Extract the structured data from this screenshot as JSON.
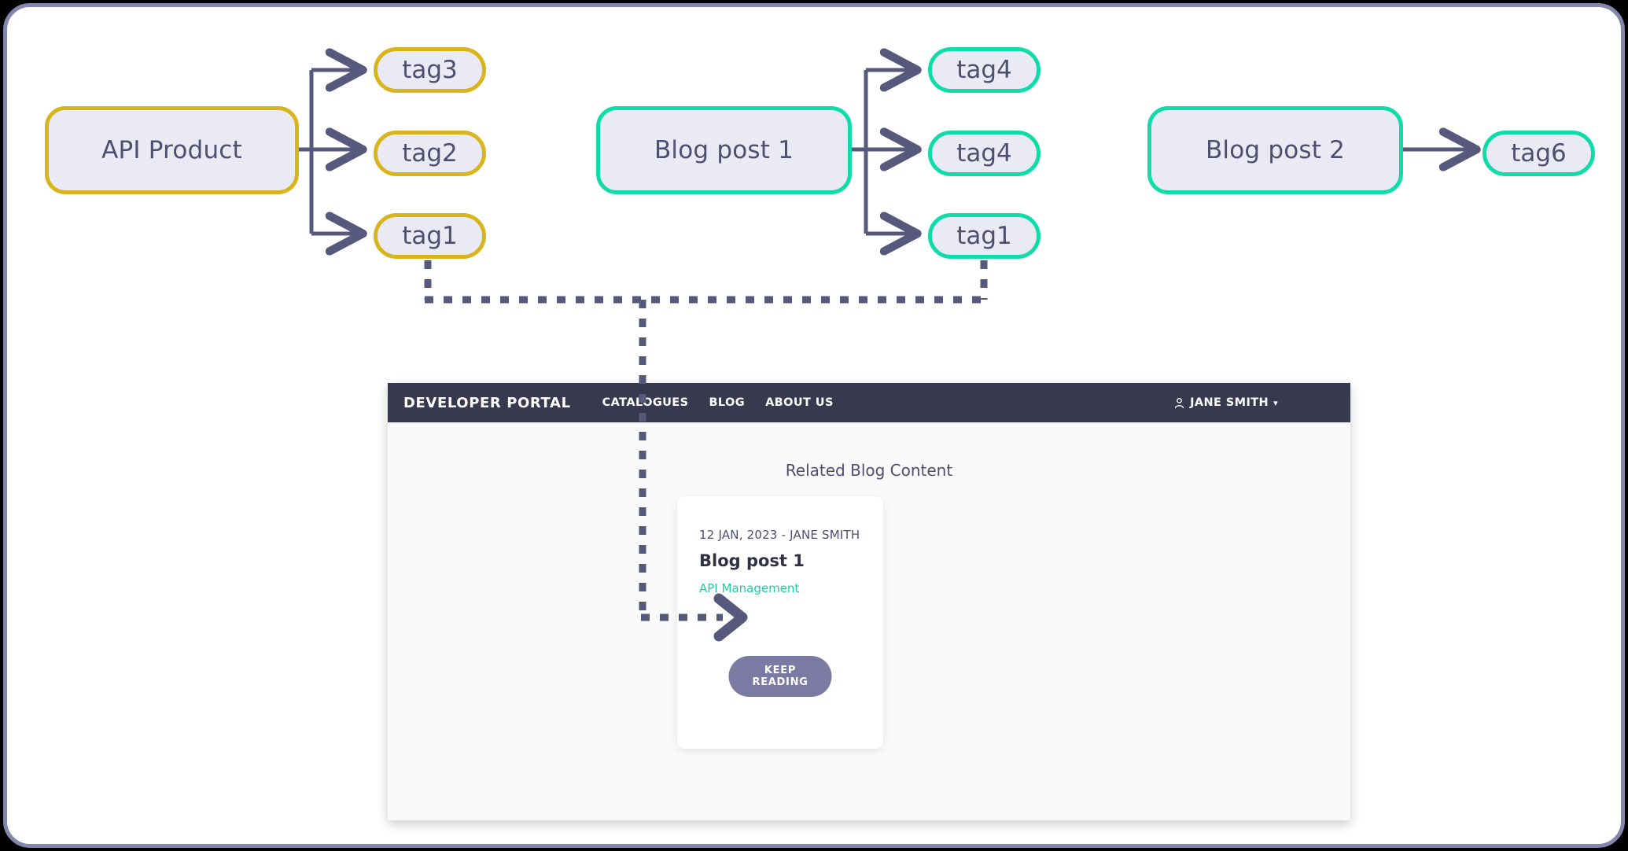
{
  "diagram": {
    "type": "relationship-graph",
    "description": "Tag-based linking between an API Product and blog posts, feeding a Developer Portal related-content card",
    "colors": {
      "frame_border": "#8486ad",
      "gold_ring": "#d8b41d",
      "teal_ring": "#10dcaa",
      "node_fill": "#eaeaf5",
      "node_text": "#4d4f6e",
      "connector": "#56597c",
      "navbar_bg": "#373a4f",
      "link_teal": "#19ce9f",
      "button_purple": "#7a7aa3"
    },
    "groups": [
      {
        "source": "API Product",
        "source_style": "gold",
        "tags": [
          "tag3",
          "tag2",
          "tag1"
        ],
        "tag_style": "gold"
      },
      {
        "source": "Blog post 1",
        "source_style": "teal",
        "tags": [
          "tag4",
          "tag4",
          "tag1"
        ],
        "tag_style": "teal"
      },
      {
        "source": "Blog post 2",
        "source_style": "teal",
        "tags": [
          "tag6"
        ],
        "tag_style": "teal"
      }
    ],
    "nodes": {
      "api_product": "API Product",
      "blog_post_1": "Blog post 1",
      "blog_post_2": "Blog post 2",
      "tag3": "tag3",
      "tag2": "tag2",
      "tag1_gold": "tag1",
      "tag4_a": "tag4",
      "tag4_b": "tag4",
      "tag1_teal": "tag1",
      "tag6": "tag6"
    },
    "matched_tag": "tag1"
  },
  "portal": {
    "brand": "DEVELOPER PORTAL",
    "nav": [
      {
        "label": "CATALOGUES"
      },
      {
        "label": "BLOG"
      },
      {
        "label": "ABOUT US"
      }
    ],
    "user": {
      "name": "JANE SMITH",
      "icon": "person-icon",
      "caret": "▾"
    },
    "section_title": "Related Blog Content",
    "card": {
      "meta": "12 JAN, 2023 - JANE SMITH",
      "title": "Blog post 1",
      "tag": "API Management",
      "cta": "KEEP READING"
    }
  }
}
